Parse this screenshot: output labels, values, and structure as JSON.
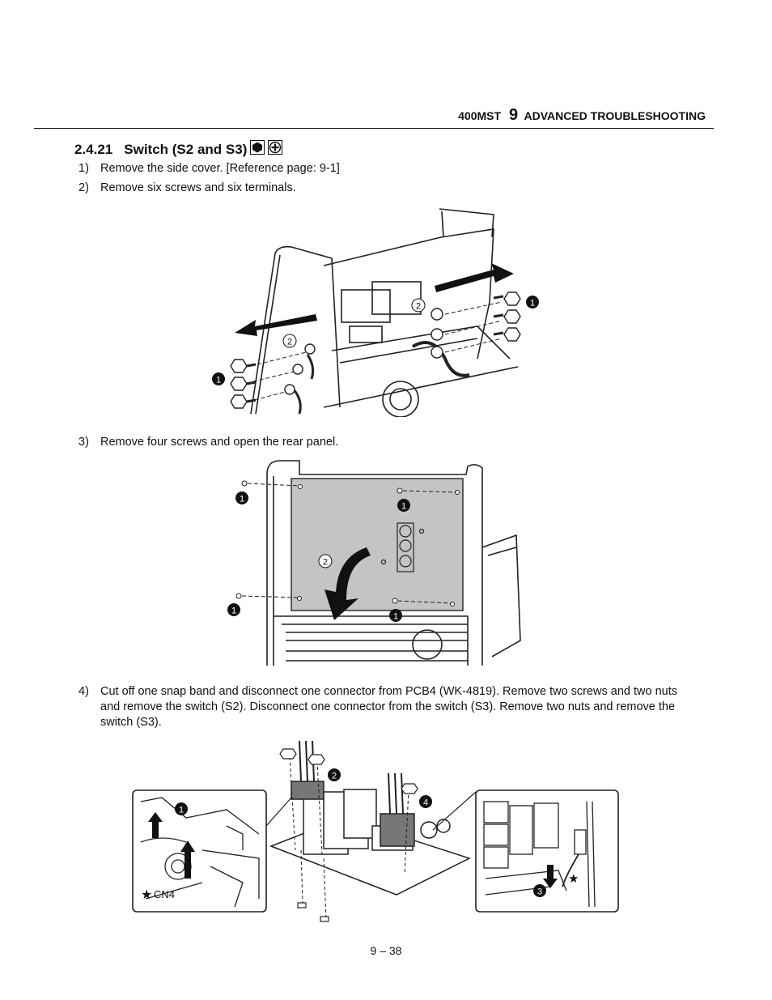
{
  "header": {
    "model": "400MST",
    "chapter_number": "9",
    "chapter_title": "ADVANCED TROUBLESHOOTING"
  },
  "section": {
    "number": "2.4.21",
    "title": "Switch (S2 and S3)"
  },
  "steps": [
    {
      "n": "1)",
      "text": "Remove the side cover. [Reference page: 9-1]"
    },
    {
      "n": "2)",
      "text": "Remove six screws and six terminals."
    },
    {
      "n": "3)",
      "text": "Remove four screws and open the rear panel."
    },
    {
      "n": "4)",
      "text": "Cut off one snap band and disconnect one connector from PCB4 (WK-4819). Remove two screws and two nuts and remove the switch (S2). Disconnect one connector from the switch (S3). Remove two nuts and remove the switch (S3)."
    }
  ],
  "callouts": {
    "one": "1",
    "two": "2",
    "three": "3",
    "four": "4"
  },
  "connector_label": "CN4",
  "footer": {
    "page": "9 – 38"
  }
}
